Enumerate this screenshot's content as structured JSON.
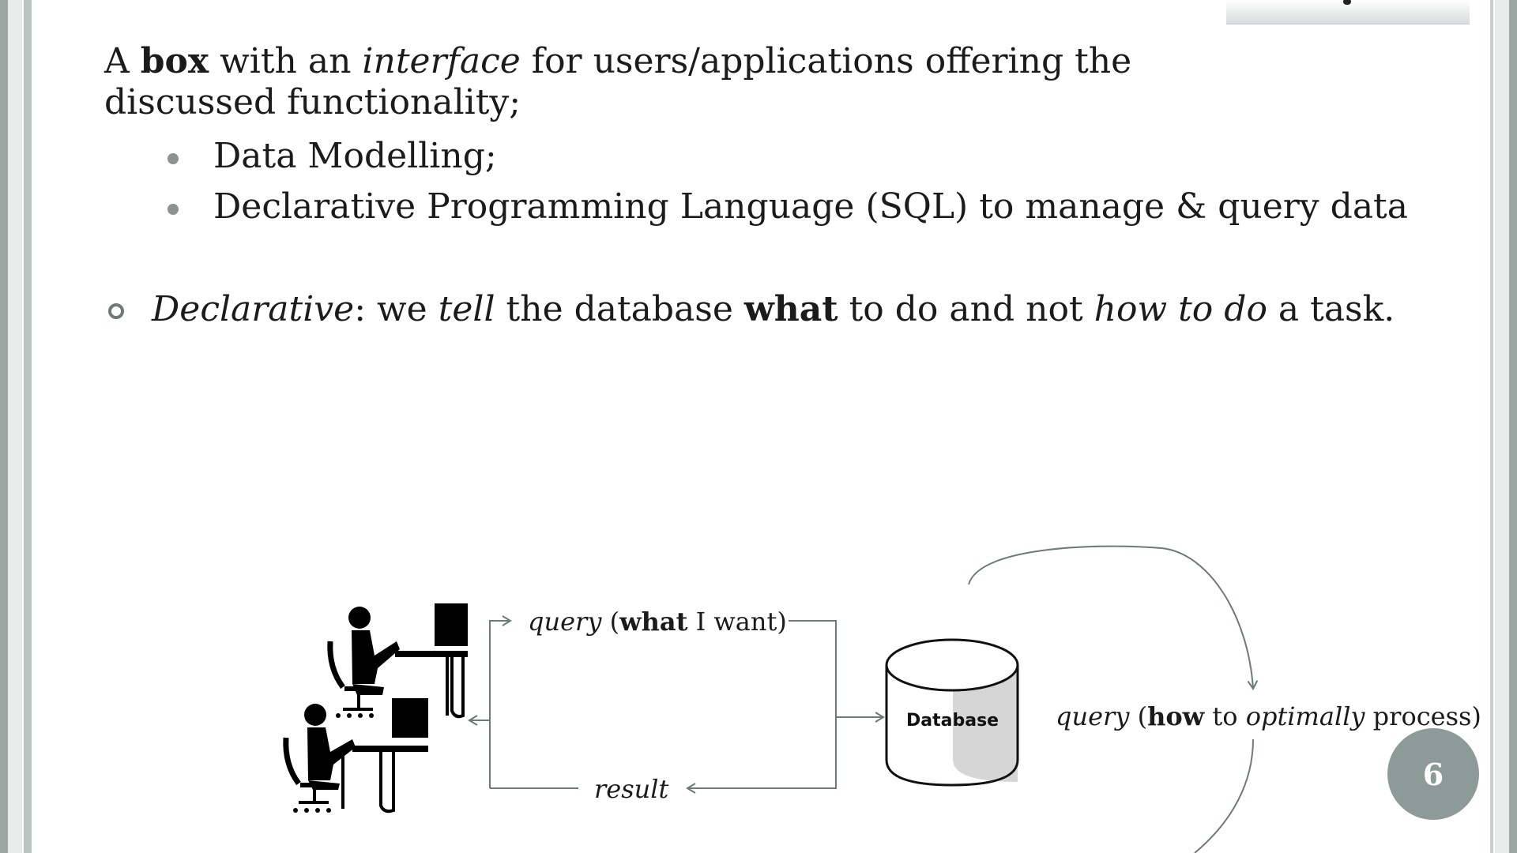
{
  "para": {
    "p1": "A ",
    "p2": "box",
    "p3": " with an ",
    "p4": "interface",
    "p5": " for users/applications offering the discussed functionality;"
  },
  "sub_items": [
    "Data Modelling;",
    "Declarative Programming Language (SQL) to manage & query data"
  ],
  "declarative": {
    "d1": "Declarative",
    "d2": ": we ",
    "d3": "tell",
    "d4": " the database ",
    "d5": "what",
    "d6": " to do and not ",
    "d7": "how to do",
    "d8": " a task."
  },
  "diagram": {
    "query_what": {
      "q1": "query",
      "q2": " (",
      "q3": "what",
      "q4": " I want)"
    },
    "result": "result",
    "database": "Database",
    "query_how": {
      "h1": "query",
      "h2": " (",
      "h3": "how",
      "h4": " to ",
      "h5": "optimally",
      "h6": " process)"
    }
  },
  "page_number": "6",
  "colors": {
    "accent": "#8c9b97",
    "arrow": "#6f7977",
    "frame": "#9ca6a3"
  }
}
